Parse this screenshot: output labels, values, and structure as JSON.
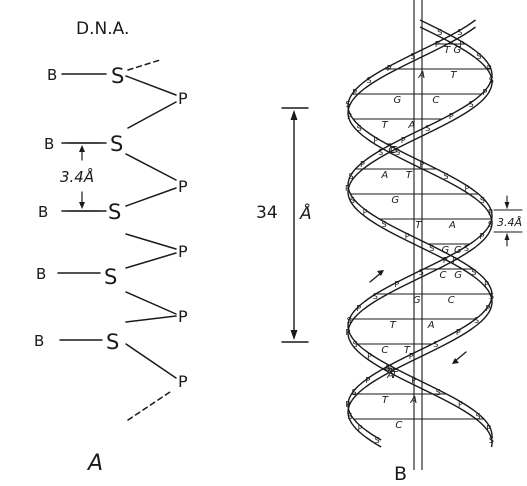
{
  "panel_a": {
    "title": "D.N.A.",
    "caption": "A",
    "rows": [
      {
        "base": "B",
        "sugar": "S",
        "phosphate": "P"
      },
      {
        "base": "B",
        "sugar": "S",
        "phosphate": "P"
      },
      {
        "base": "B",
        "sugar": "S",
        "phosphate": "P"
      },
      {
        "base": "B",
        "sugar": "S",
        "phosphate": "P"
      },
      {
        "base": "B",
        "sugar": "S",
        "phosphate": "P"
      }
    ],
    "spacing_label": "3.4Å"
  },
  "panel_b": {
    "caption": "B",
    "pitch_number": "34",
    "pitch_unit": "Å",
    "rise_label": "3.4Å",
    "base_pairs": [
      [
        "T",
        "G"
      ],
      [
        "A",
        "T"
      ],
      [
        "G",
        "C"
      ],
      [
        "T",
        "A"
      ],
      [
        "C",
        "G"
      ],
      [
        "A",
        "T"
      ],
      [
        "G",
        ""
      ],
      [
        "T",
        "A"
      ],
      [
        "G",
        "G"
      ],
      [
        "C",
        "G"
      ],
      [
        "G",
        "C"
      ],
      [
        "T",
        "A"
      ],
      [
        "C",
        "T"
      ],
      [
        "A",
        "T"
      ],
      [
        "T",
        "A"
      ],
      [
        "C",
        ""
      ]
    ]
  }
}
